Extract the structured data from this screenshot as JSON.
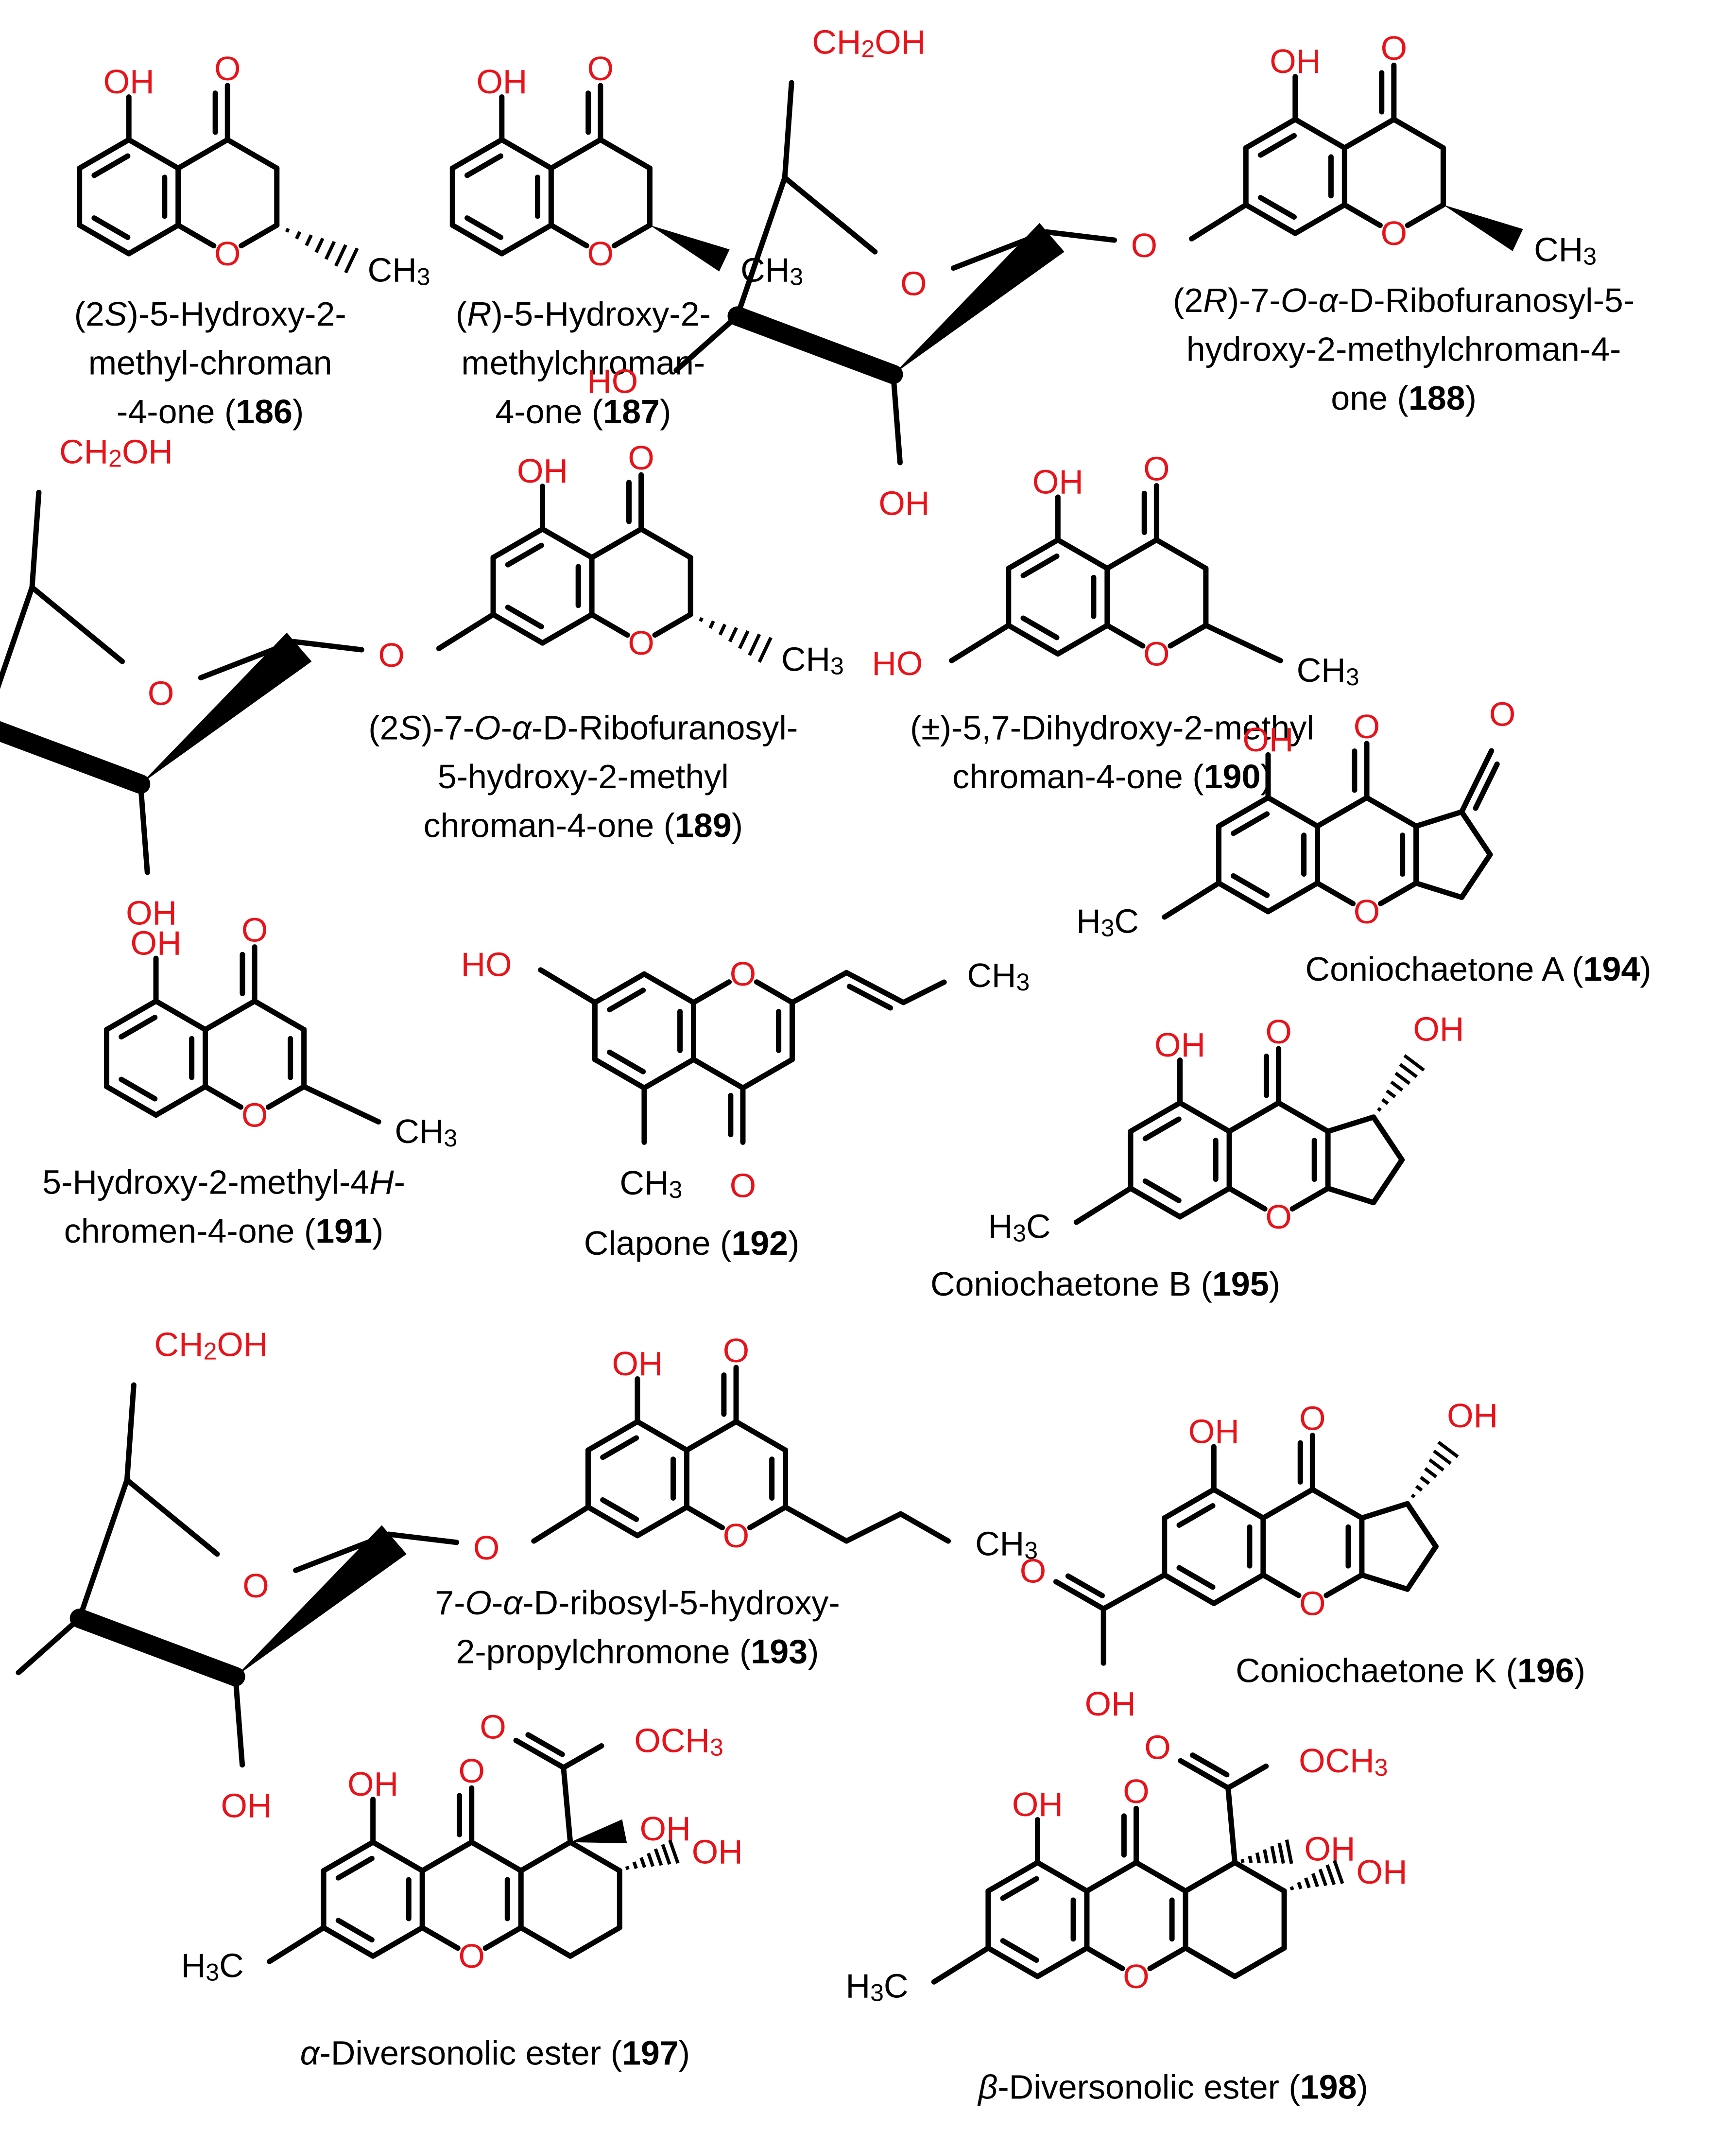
{
  "compounds": [
    {
      "id": "c186",
      "caption_lines": [
        "(2S)-5-Hydroxy-2-",
        "methyl-chroman",
        "-4-one (186)"
      ],
      "number": "186"
    },
    {
      "id": "c187",
      "caption_lines": [
        "(R)-5-Hydroxy-2-",
        "methylchroman-",
        "4-one (187)"
      ],
      "number": "187"
    },
    {
      "id": "c188",
      "caption_lines": [
        "(2R)-7-O-α-D-Ribofuranosyl-5-",
        "hydroxy-2-methylchroman-4-",
        "one (188)"
      ],
      "number": "188"
    },
    {
      "id": "c189",
      "caption_lines": [
        "(2S)-7-O-α-D-Ribofuranosyl-",
        "5-hydroxy-2-methyl",
        "chroman-4-one (189)"
      ],
      "number": "189"
    },
    {
      "id": "c190",
      "caption_lines": [
        "(±)-5,7-Dihydroxy-2-methyl",
        "chroman-4-one (190)"
      ],
      "number": "190"
    },
    {
      "id": "c194",
      "caption_lines": [
        "Coniochaetone A (194)"
      ],
      "number": "194"
    },
    {
      "id": "c191",
      "caption_lines": [
        "5-Hydroxy-2-methyl-4H-",
        "chromen-4-one (191)"
      ],
      "number": "191"
    },
    {
      "id": "c192",
      "caption_lines": [
        "Clapone (192)"
      ],
      "number": "192"
    },
    {
      "id": "c195",
      "caption_lines": [
        "Coniochaetone B (195)"
      ],
      "number": "195"
    },
    {
      "id": "c193",
      "caption_lines": [
        "7-O-α-D-ribosyl-5-hydroxy-",
        "2-propylchromone (193)"
      ],
      "number": "193"
    },
    {
      "id": "c196",
      "caption_lines": [
        "Coniochaetone K (196)"
      ],
      "number": "196"
    },
    {
      "id": "c197",
      "caption_lines": [
        "α-Diversonolic ester (197)"
      ],
      "number": "197"
    },
    {
      "id": "c198",
      "caption_lines": [
        "β-Diversonolic ester (198)"
      ],
      "number": "198"
    }
  ],
  "atom_labels": {
    "OH": "OH",
    "O": "O",
    "CH3": "CH3",
    "H3C": "H3C",
    "CH2OH": "CH2OH",
    "HO": "HO",
    "OCH3": "OCH3"
  },
  "colors": {
    "heteroatom": "#e8131a",
    "carbon": "#000000",
    "background": "#ffffff"
  }
}
